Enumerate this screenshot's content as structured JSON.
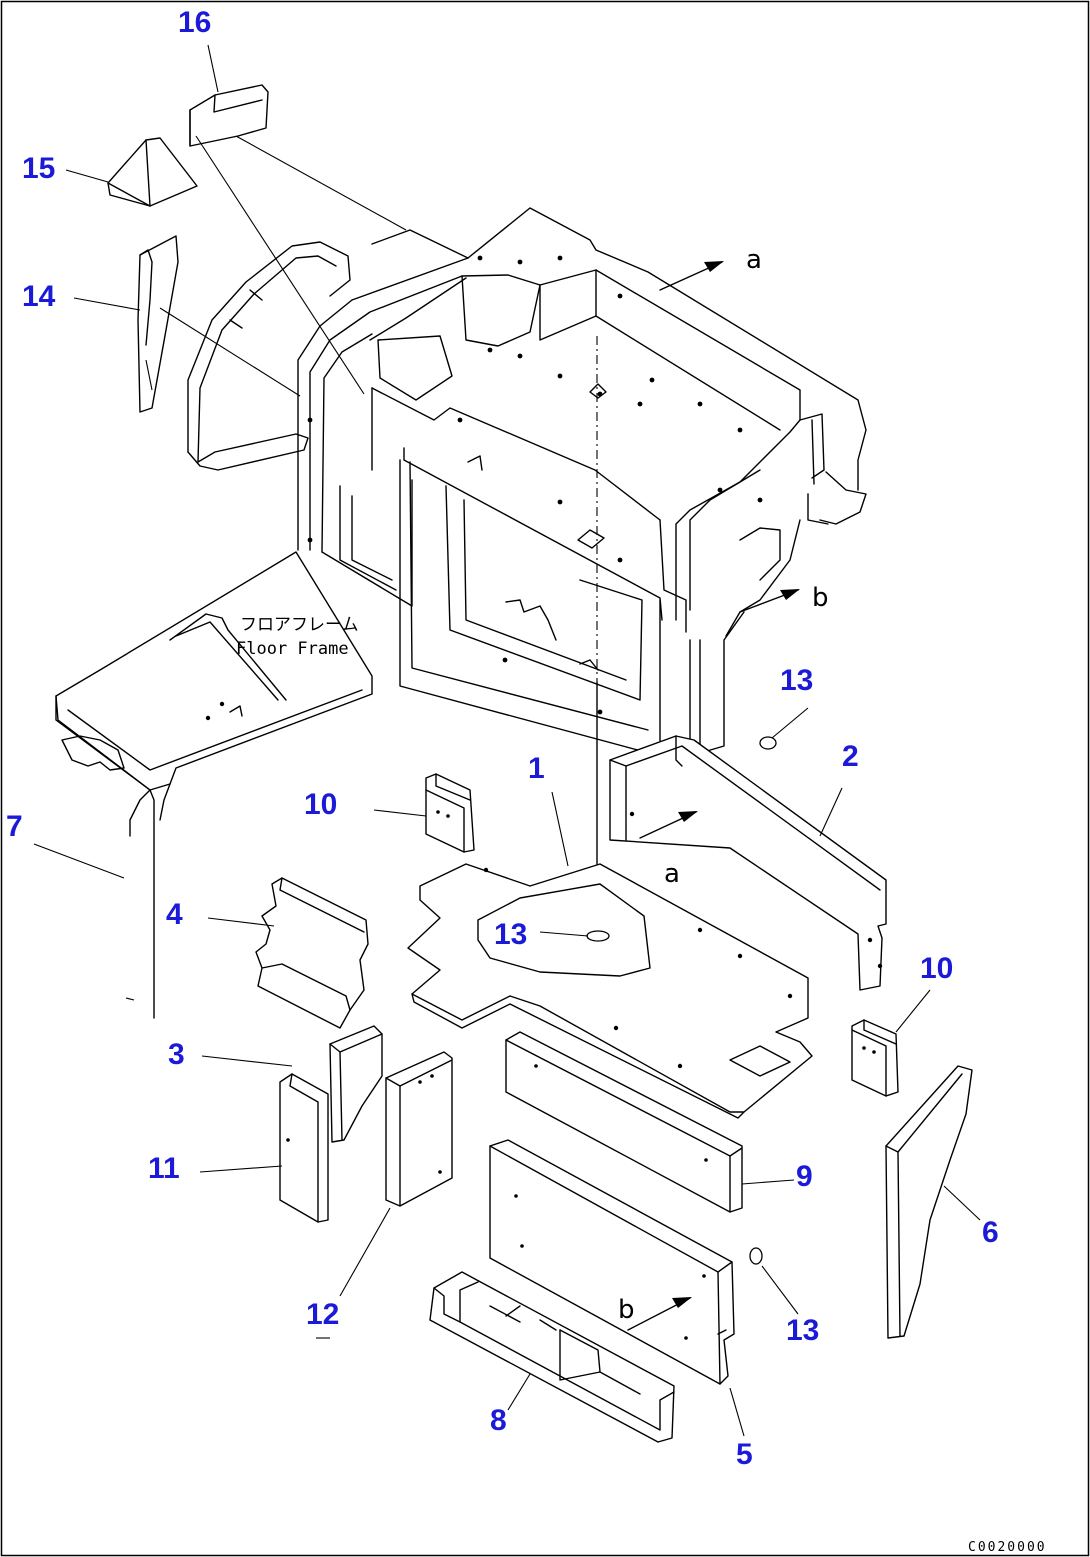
{
  "diagram": {
    "frame_note": {
      "jp": "フロアフレーム",
      "en": "Floor Frame"
    },
    "ref_letters": {
      "a": "a",
      "b": "b"
    },
    "drawing_code": "C0020000",
    "colors": {
      "callout": "#1a1ad8",
      "line": "#000000",
      "paper": "#ffffff"
    },
    "callouts": [
      {
        "id": "c16",
        "label": "16"
      },
      {
        "id": "c15",
        "label": "15"
      },
      {
        "id": "c14",
        "label": "14"
      },
      {
        "id": "c13a",
        "label": "13"
      },
      {
        "id": "c2",
        "label": "2"
      },
      {
        "id": "c1",
        "label": "1"
      },
      {
        "id": "c10a",
        "label": "10"
      },
      {
        "id": "c7",
        "label": "7"
      },
      {
        "id": "c4",
        "label": "4"
      },
      {
        "id": "c13b",
        "label": "13"
      },
      {
        "id": "c10b",
        "label": "10"
      },
      {
        "id": "c3",
        "label": "3"
      },
      {
        "id": "c9",
        "label": "9"
      },
      {
        "id": "c11",
        "label": "11"
      },
      {
        "id": "c6",
        "label": "6"
      },
      {
        "id": "c12",
        "label": "12"
      },
      {
        "id": "c13c",
        "label": "13"
      },
      {
        "id": "c8",
        "label": "8"
      },
      {
        "id": "c5",
        "label": "5"
      }
    ]
  }
}
